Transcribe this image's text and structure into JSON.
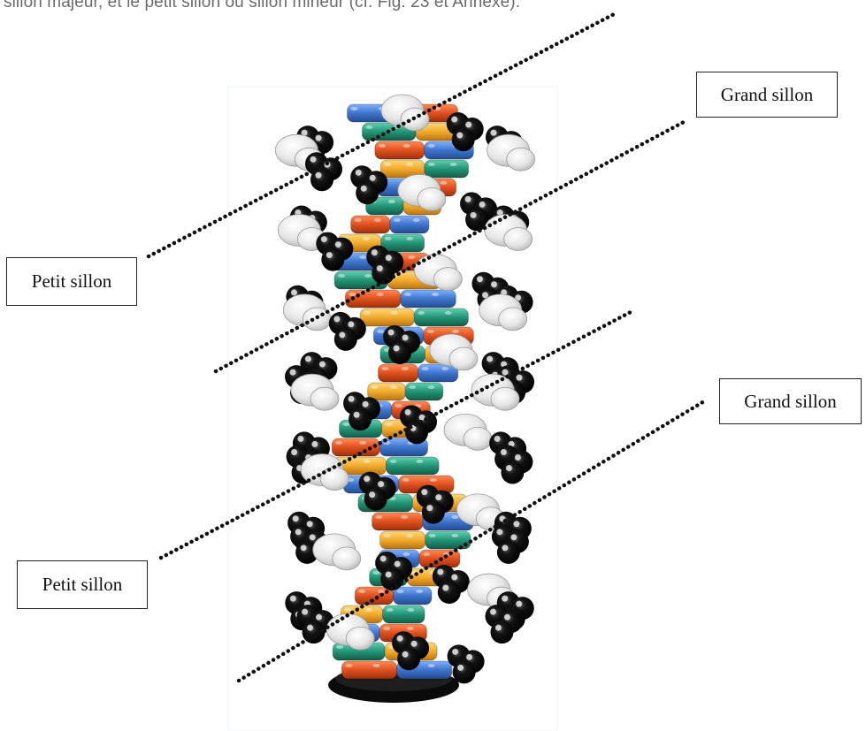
{
  "caption_fragment": "sillon majeur, et le petit sillon ou sillon mineur (cf. Fig. 23 et Annexe).",
  "labels": {
    "grand_sillon_top": "Grand sillon",
    "petit_sillon_upper": "Petit sillon",
    "grand_sillon_lower": "Grand sillon",
    "petit_sillon_lower": "Petit sillon"
  },
  "colors": {
    "phosphate_black": "#111111",
    "sugar_white": "#eeeeee",
    "base_blue": "#4a7fcf",
    "base_green": "#2a9a7a",
    "base_orange": "#e0501e",
    "base_yellow": "#f2b23a",
    "dotted_line": "#111111"
  }
}
